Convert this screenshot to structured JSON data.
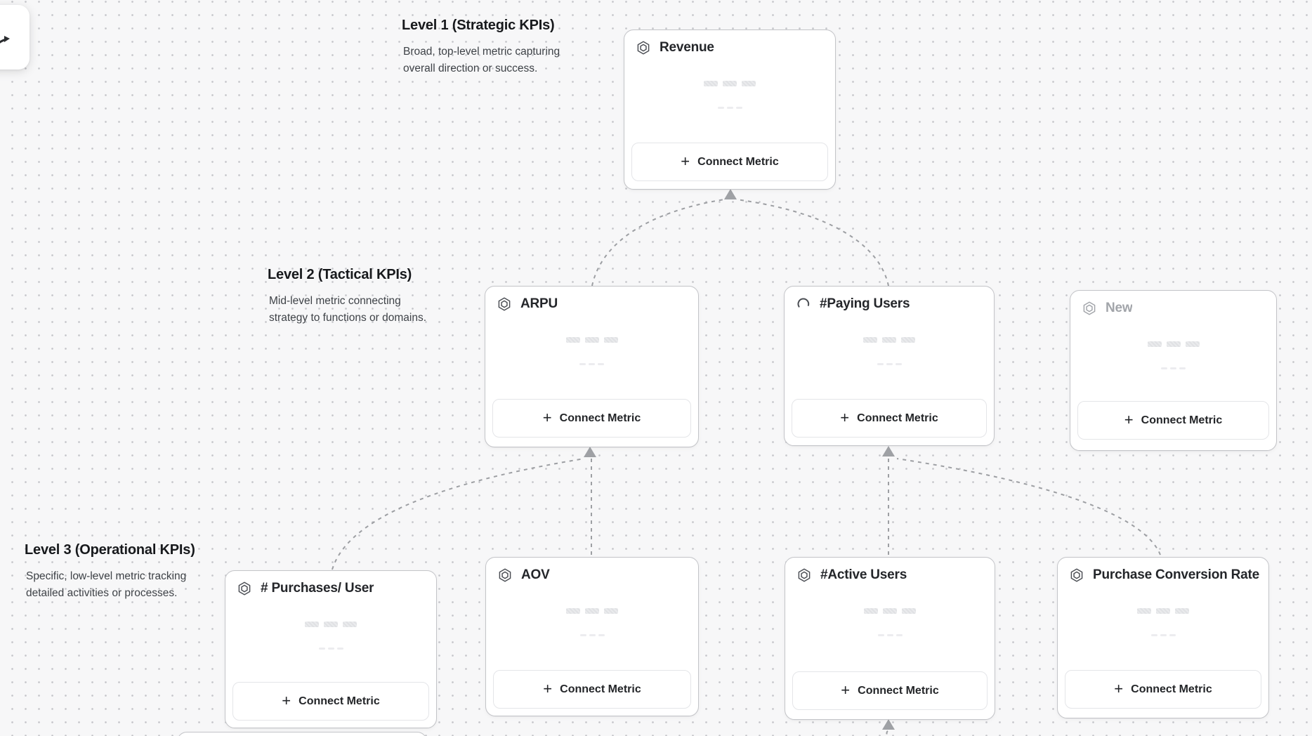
{
  "toolbar": {
    "button_icon": "cursor-arrow-icon"
  },
  "levels": [
    {
      "title": "Level 1 (Strategic KPIs)",
      "description_line1": "Broad, top-level metric capturing",
      "description_line2": "overall direction or success."
    },
    {
      "title": "Level 2 (Tactical KPIs)",
      "description_line1": "Mid-level metric connecting",
      "description_line2": "strategy to functions or domains."
    },
    {
      "title": "Level 3 (Operational KPIs)",
      "description_line1": "Specific, low-level metric tracking",
      "description_line2": "detailed activities or processes."
    }
  ],
  "cards": [
    {
      "title": "Revenue",
      "icon": "hexagon-metric-icon",
      "button_label": "Connect Metric"
    },
    {
      "title": "ARPU",
      "icon": "hexagon-metric-icon",
      "button_label": "Connect Metric"
    },
    {
      "title": "#Paying Users",
      "icon": "loading-spinner-icon",
      "button_label": "Connect Metric"
    },
    {
      "title": "New",
      "icon": "hexagon-metric-icon",
      "button_label": "Connect Metric",
      "muted": true
    },
    {
      "title": "# Purchases/ User",
      "icon": "hexagon-metric-icon",
      "button_label": "Connect Metric"
    },
    {
      "title": "AOV",
      "icon": "hexagon-metric-icon",
      "button_label": "Connect Metric"
    },
    {
      "title": "#Active Users",
      "icon": "hexagon-metric-icon",
      "button_label": "Connect Metric"
    },
    {
      "title": "Purchase Conversion Rate",
      "icon": "hexagon-metric-icon",
      "button_label": "Connect Metric"
    }
  ],
  "colors": {
    "background": "#f7f7f8",
    "card_border": "#c3c4c8",
    "connector": "#9d9fa3",
    "arrowhead": "#9fa1a5",
    "title_text": "#24262a",
    "muted_text": "#a2a5aa"
  }
}
